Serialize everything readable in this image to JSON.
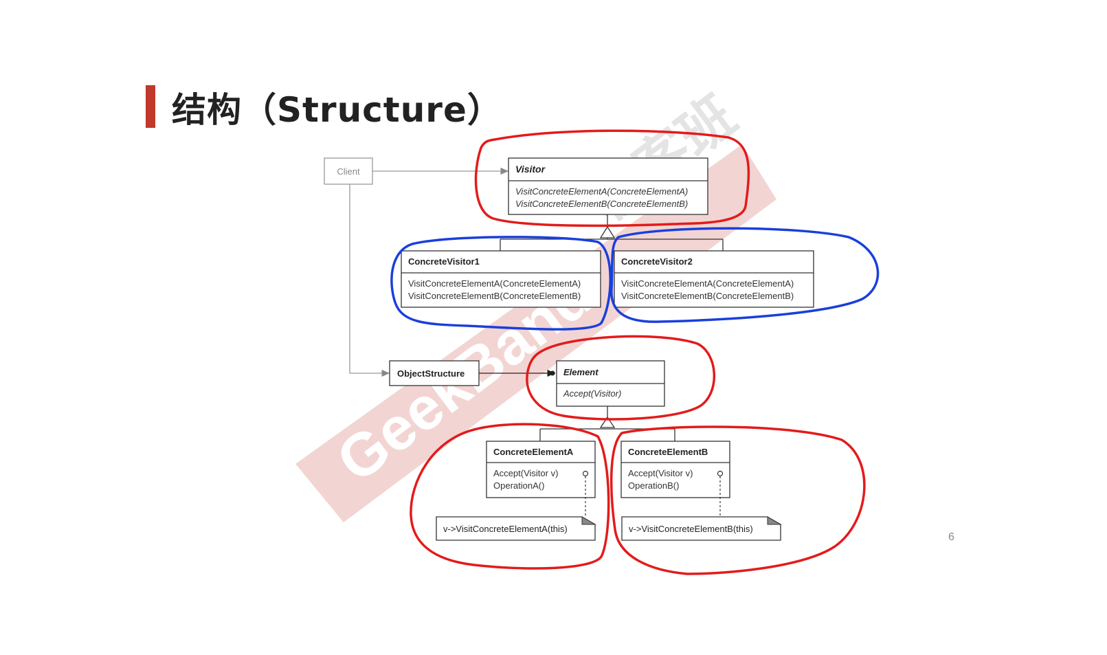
{
  "slide": {
    "title": "结构（Structure）",
    "page_number": "6"
  },
  "watermark": {
    "latin": "GeekBand",
    "cjk": "极客班"
  },
  "diagram": {
    "client": "Client",
    "visitor": {
      "name": "Visitor",
      "ops": [
        "VisitConcreteElementA(ConcreteElementA)",
        "VisitConcreteElementB(ConcreteElementB)"
      ]
    },
    "concrete_visitor1": {
      "name": "ConcreteVisitor1",
      "ops": [
        "VisitConcreteElementA(ConcreteElementA)",
        "VisitConcreteElementB(ConcreteElementB)"
      ]
    },
    "concrete_visitor2": {
      "name": "ConcreteVisitor2",
      "ops": [
        "VisitConcreteElementA(ConcreteElementA)",
        "VisitConcreteElementB(ConcreteElementB)"
      ]
    },
    "object_structure": "ObjectStructure",
    "element": {
      "name": "Element",
      "ops": [
        "Accept(Visitor)"
      ]
    },
    "concrete_element_a": {
      "name": "ConcreteElementA",
      "ops": [
        "Accept(Visitor v)",
        "OperationA()"
      ],
      "note": "v->VisitConcreteElementA(this)"
    },
    "concrete_element_b": {
      "name": "ConcreteElementB",
      "ops": [
        "Accept(Visitor v)",
        "OperationB()"
      ],
      "note": "v->VisitConcreteElementB(this)"
    }
  },
  "colors": {
    "accent": "#c0392b",
    "red_annotation": "#e31b1b",
    "blue_annotation": "#1a3fdc",
    "watermark": "#e8b4b0"
  }
}
